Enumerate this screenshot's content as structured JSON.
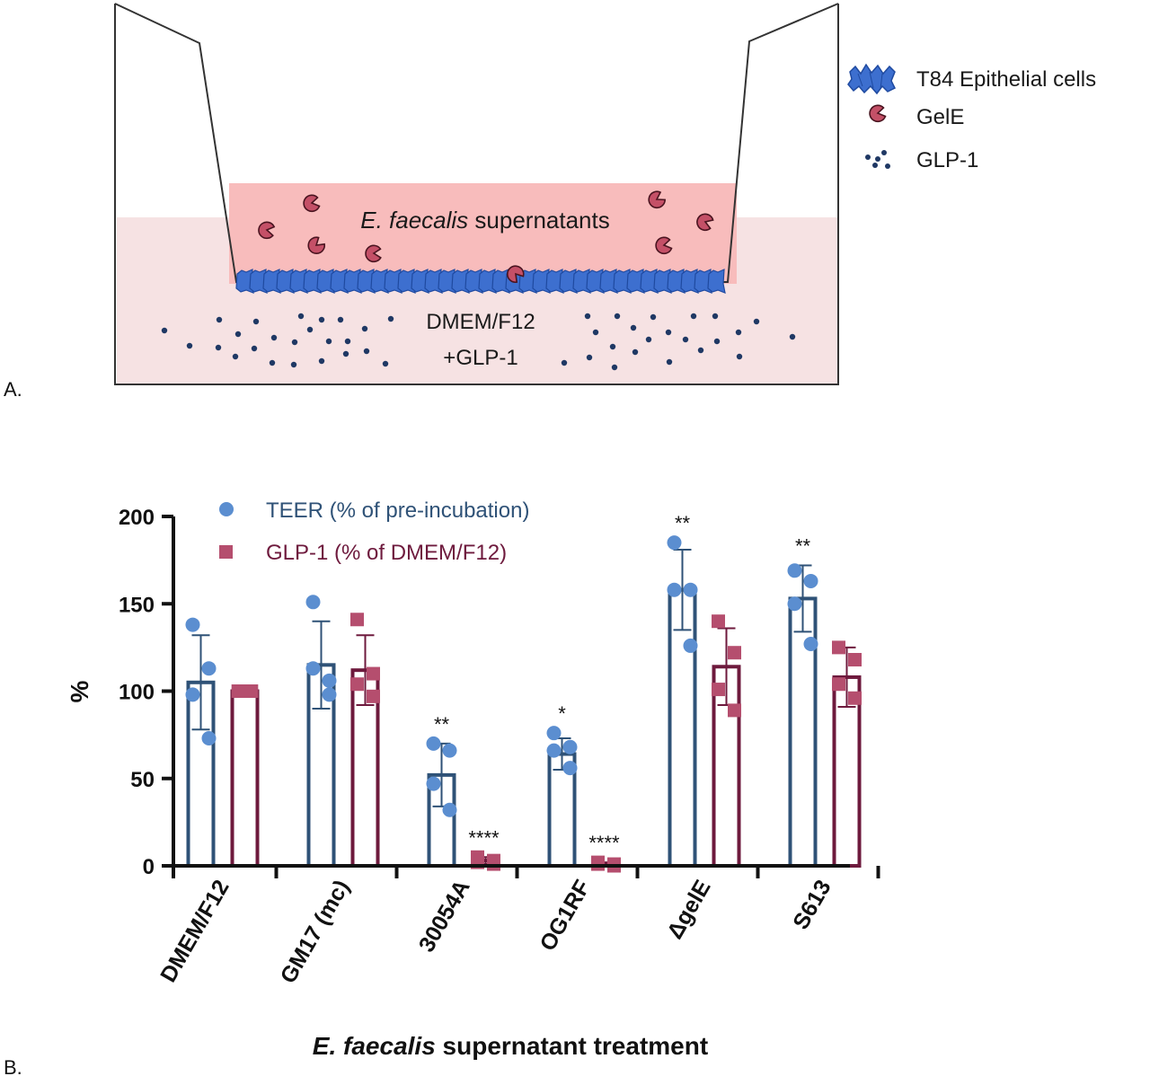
{
  "panel_labels": {
    "a": "A.",
    "b": "B."
  },
  "schematic": {
    "upper_label_italic": "E. faecalis",
    "upper_label_rest": " supernatants",
    "lower_label_line1": "DMEM/F12",
    "lower_label_line2": "+GLP-1",
    "legend": [
      {
        "icon": "epithelial-cells-icon",
        "label": "T84 Epithelial cells"
      },
      {
        "icon": "gele-pacman-icon",
        "label": "GelE"
      },
      {
        "icon": "glp1-dots-icon",
        "label": "GLP-1"
      }
    ],
    "colors": {
      "upper_fill": "#f8bcbc",
      "lower_fill": "#f6e2e3",
      "cells": "#3d6fcf",
      "gele": "#c45067",
      "glp1": "#1f3864"
    }
  },
  "chart_data": {
    "type": "bar",
    "title": "",
    "xlabel_italic": "E. faecalis",
    "xlabel_rest": " supernatant treatment",
    "ylabel": "%",
    "ylim": [
      0,
      200
    ],
    "yticks": [
      "0",
      "50",
      "100",
      "150",
      "200"
    ],
    "ytick_values": [
      0,
      50,
      100,
      150,
      200
    ],
    "grid": false,
    "legend_position": "top-left",
    "categories": [
      "DMEM/F12",
      "GM17 (mc)",
      "30054A",
      "OG1RF",
      "ΔgelE",
      "S613"
    ],
    "series": [
      {
        "name": "TEER (% of pre-incubation)",
        "color": "#2f5277",
        "point_color": "#5b8ed0",
        "marker": "circle",
        "values": [
          105,
          115,
          52,
          64,
          158,
          153
        ],
        "sd": [
          27,
          25,
          18,
          9,
          23,
          19
        ],
        "points": [
          [
            138,
            113,
            98,
            73
          ],
          [
            151,
            106,
            113,
            98
          ],
          [
            70,
            66,
            47,
            32
          ],
          [
            76,
            68,
            66,
            56
          ],
          [
            185,
            158,
            158,
            126
          ],
          [
            169,
            163,
            150,
            127
          ]
        ],
        "significance": [
          "",
          "",
          "**",
          "*",
          "**",
          "**"
        ]
      },
      {
        "name": "GLP-1 (% of DMEM/F12)",
        "color": "#6e1a3d",
        "point_color": "#b54e6e",
        "marker": "square",
        "values": [
          100,
          112,
          3,
          1,
          114,
          108
        ],
        "sd": [
          0,
          20,
          2,
          1,
          22,
          17
        ],
        "points": [
          [
            100,
            100,
            100,
            100
          ],
          [
            141,
            110,
            104,
            97
          ],
          [
            5,
            3,
            2,
            1
          ],
          [
            2,
            1,
            1,
            0
          ],
          [
            140,
            122,
            101,
            89
          ],
          [
            125,
            118,
            104,
            96
          ]
        ],
        "significance": [
          "",
          "",
          "****",
          "****",
          "",
          ""
        ]
      }
    ]
  }
}
